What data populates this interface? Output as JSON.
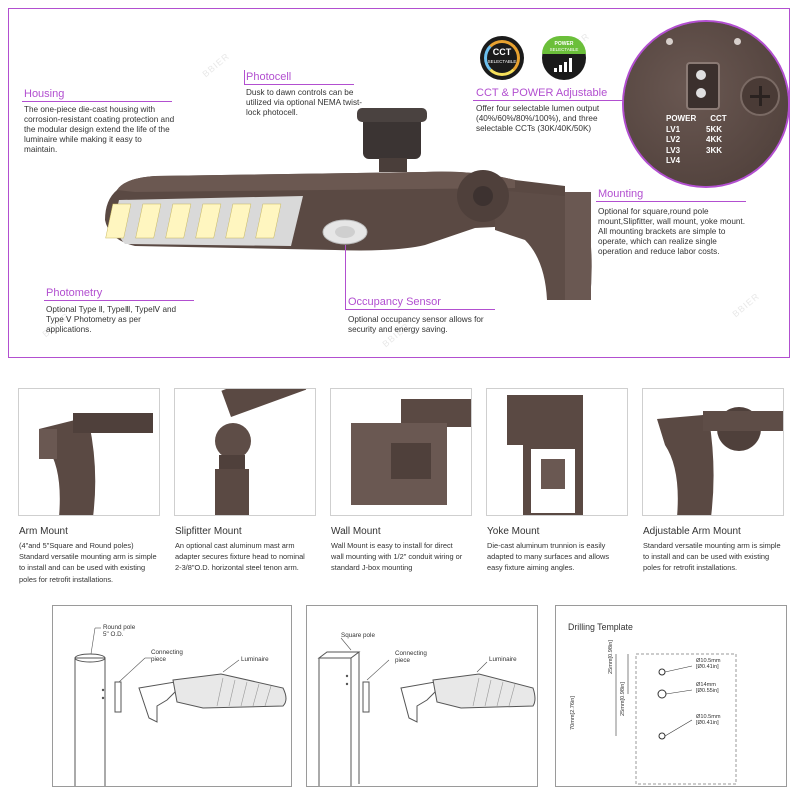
{
  "top": {
    "callouts": [
      {
        "id": "housing",
        "title": "Housing",
        "text": "The one-piece die-cast housing with corrosion-resistant coating protection and the modular design extend the life of the luminaire while making it easy to maintain."
      },
      {
        "id": "photocell",
        "title": "Photocell",
        "text": "Dusk to dawn controls can be utilized via optional NEMA twist-lock photocell."
      },
      {
        "id": "cct",
        "title": "CCT & POWER Adjustable",
        "text": "Offer four selectable lumen output (40%/60%/80%/100%), and three selectable CCTs (30K/40K/50K)"
      },
      {
        "id": "mounting",
        "title": "Mounting",
        "text": "Optional for square,round pole mount,Slipfitter, wall mount, yoke mount. All mounting brackets are simple to operate, which can realize single operation and reduce labor costs."
      },
      {
        "id": "photometry",
        "title": "Photometry",
        "text": "Optional Type Ⅱ, TypeⅢ, TypeⅣ and Type Ⅴ Photometry as per applications."
      },
      {
        "id": "occupancy",
        "title": "Occupancy Sensor",
        "text": "Optional occupancy sensor allows for security and energy saving."
      }
    ],
    "badges": {
      "cct": {
        "top": "CCT",
        "bottom": "SELECTABLE"
      },
      "power": {
        "top": "POWER",
        "bottom": "SELECTABLE"
      }
    },
    "switch_table": {
      "headers": [
        "POWER",
        "CCT"
      ],
      "rows": [
        [
          "LV1",
          "5KK"
        ],
        [
          "LV2",
          "4KK"
        ],
        [
          "LV3",
          "3KK"
        ],
        [
          "LV4",
          ""
        ]
      ]
    },
    "watermark": "BBIER",
    "colors": {
      "accent": "#b24fd0",
      "housing": "#5a4943"
    }
  },
  "mounts": [
    {
      "title": "Arm Mount",
      "desc": [
        "(4\"and 5\"Square and Round poles)",
        "Standard versatile mounting arm is simple",
        "to install and can be used with existing",
        "poles for retrofit installations."
      ]
    },
    {
      "title": "Slipfitter Mount",
      "desc": [
        "An optional cast aluminum mast arm",
        "adapter secures fixture head to nominal",
        "2-3/8\"O.D. horizontal steel tenon arm."
      ]
    },
    {
      "title": "Wall Mount",
      "desc": [
        "Wall Mount is easy to install for direct",
        "wall mounting with 1/2\" conduit wiring or",
        "standard J-box mounting"
      ]
    },
    {
      "title": "Yoke Mount",
      "desc": [
        "Die-cast aluminum trunnion is easily",
        "adapted to many surfaces and allows",
        "easy fixture aiming angles."
      ]
    },
    {
      "title": "Adjustable Arm Mount",
      "desc": [
        "Standard versatile mounting arm is simple",
        "to install and can be used with existing",
        "poles for retrofit installations."
      ]
    }
  ],
  "diagrams": {
    "round": {
      "pole_label": [
        "Round pole",
        "5\" O.D."
      ],
      "piece_label": [
        "Connecting",
        "piece"
      ],
      "lum_label": "Luminaire"
    },
    "square": {
      "pole_label": [
        "Square pole"
      ],
      "piece_label": [
        "Connecting",
        "piece"
      ],
      "lum_label": "Luminaire"
    },
    "drilling": {
      "title": "Drilling Template",
      "dims": {
        "d1": "25mm",
        "d1b": "[0.98in]",
        "d2": "25mm",
        "d2b": "[0.98in]",
        "d3": "70mm[2.76in]"
      },
      "holes": [
        {
          "a": "Ø10.5mm",
          "b": "[Ø0.41in]"
        },
        {
          "a": "Ø14mm",
          "b": "[Ø0.55in]"
        },
        {
          "a": "Ø10.5mm",
          "b": "[Ø0.41in]"
        }
      ]
    }
  }
}
